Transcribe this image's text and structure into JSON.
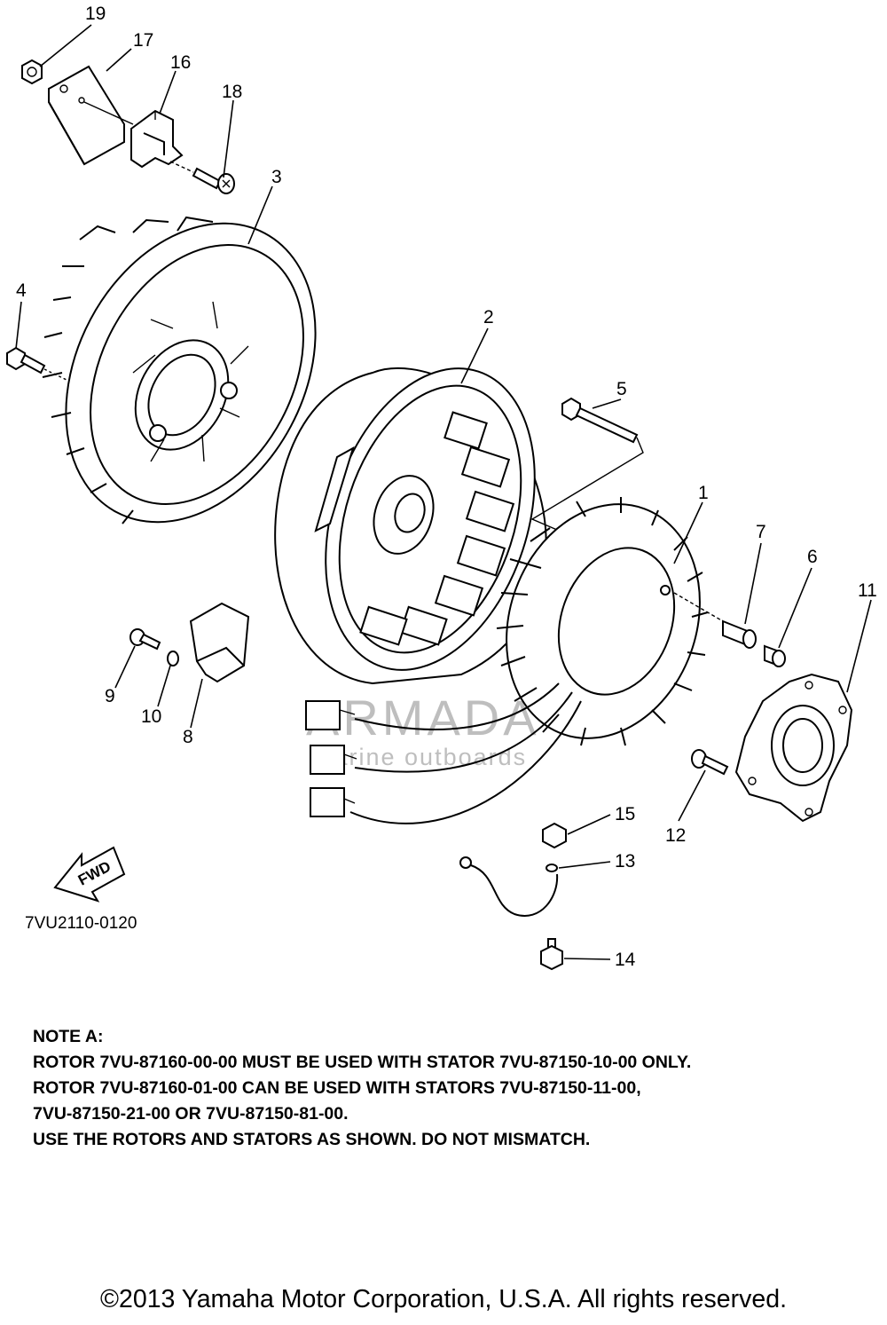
{
  "diagram": {
    "figure_code": "7VU2110-0120",
    "fwd_label": "FWD",
    "watermark": {
      "brand": "ARMADA",
      "tagline": "marine outboards",
      "colors": {
        "logo": "#e9a6c6",
        "text": "#8a8a8a"
      }
    },
    "callouts": {
      "c1": "1",
      "c2": "2",
      "c3": "3",
      "c4": "4",
      "c5": "5",
      "c6": "6",
      "c7": "7",
      "c8": "8",
      "c9": "9",
      "c10": "10",
      "c11": "11",
      "c12": "12",
      "c13": "13",
      "c14": "14",
      "c15": "15",
      "c16": "16",
      "c17": "17",
      "c18": "18",
      "c19": "19"
    }
  },
  "note": {
    "title": "NOTE A:",
    "lines": [
      "ROTOR 7VU-87160-00-00 MUST BE USED WITH STATOR 7VU-87150-10-00 ONLY.",
      "ROTOR 7VU-87160-01-00 CAN BE USED WITH STATORS 7VU-87150-11-00,",
      "7VU-87150-21-00 OR 7VU-87150-81-00.",
      "USE THE ROTORS AND STATORS AS SHOWN. DO NOT MISMATCH."
    ]
  },
  "copyright": "©2013 Yamaha Motor Corporation, U.S.A. All rights reserved."
}
